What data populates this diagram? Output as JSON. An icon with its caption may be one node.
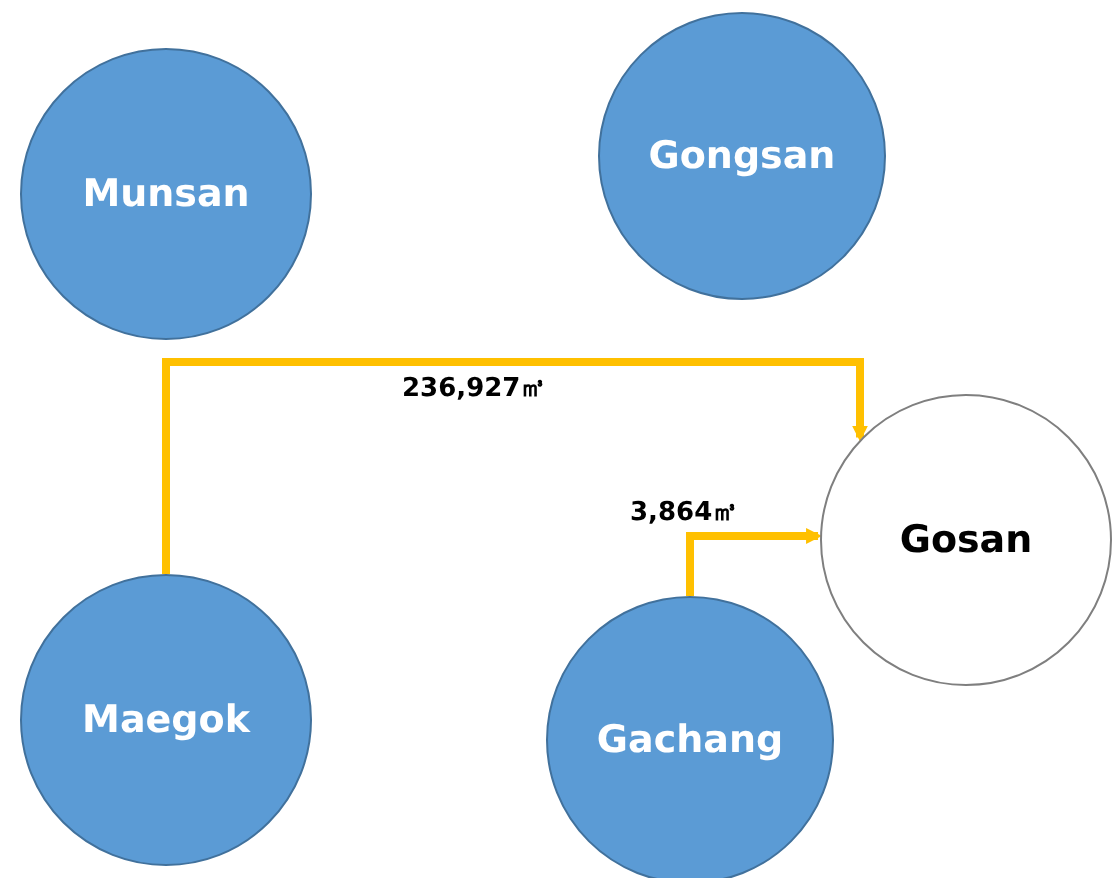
{
  "diagram": {
    "nodes": [
      {
        "text": [
          "Munsan"
        ]
      },
      {
        "text": [
          "Gongsan"
        ]
      },
      {
        "text": [
          "Maegok"
        ]
      },
      {
        "text": [
          "Gosan"
        ]
      },
      {
        "text": [
          "Gachang"
        ]
      }
    ],
    "edges": [
      {
        "from": 2,
        "to": 3,
        "arrow": "to",
        "label": "236,927㎥"
      },
      {
        "from": 4,
        "to": 3,
        "arrow": "to",
        "label": "3,864㎥"
      }
    ]
  }
}
